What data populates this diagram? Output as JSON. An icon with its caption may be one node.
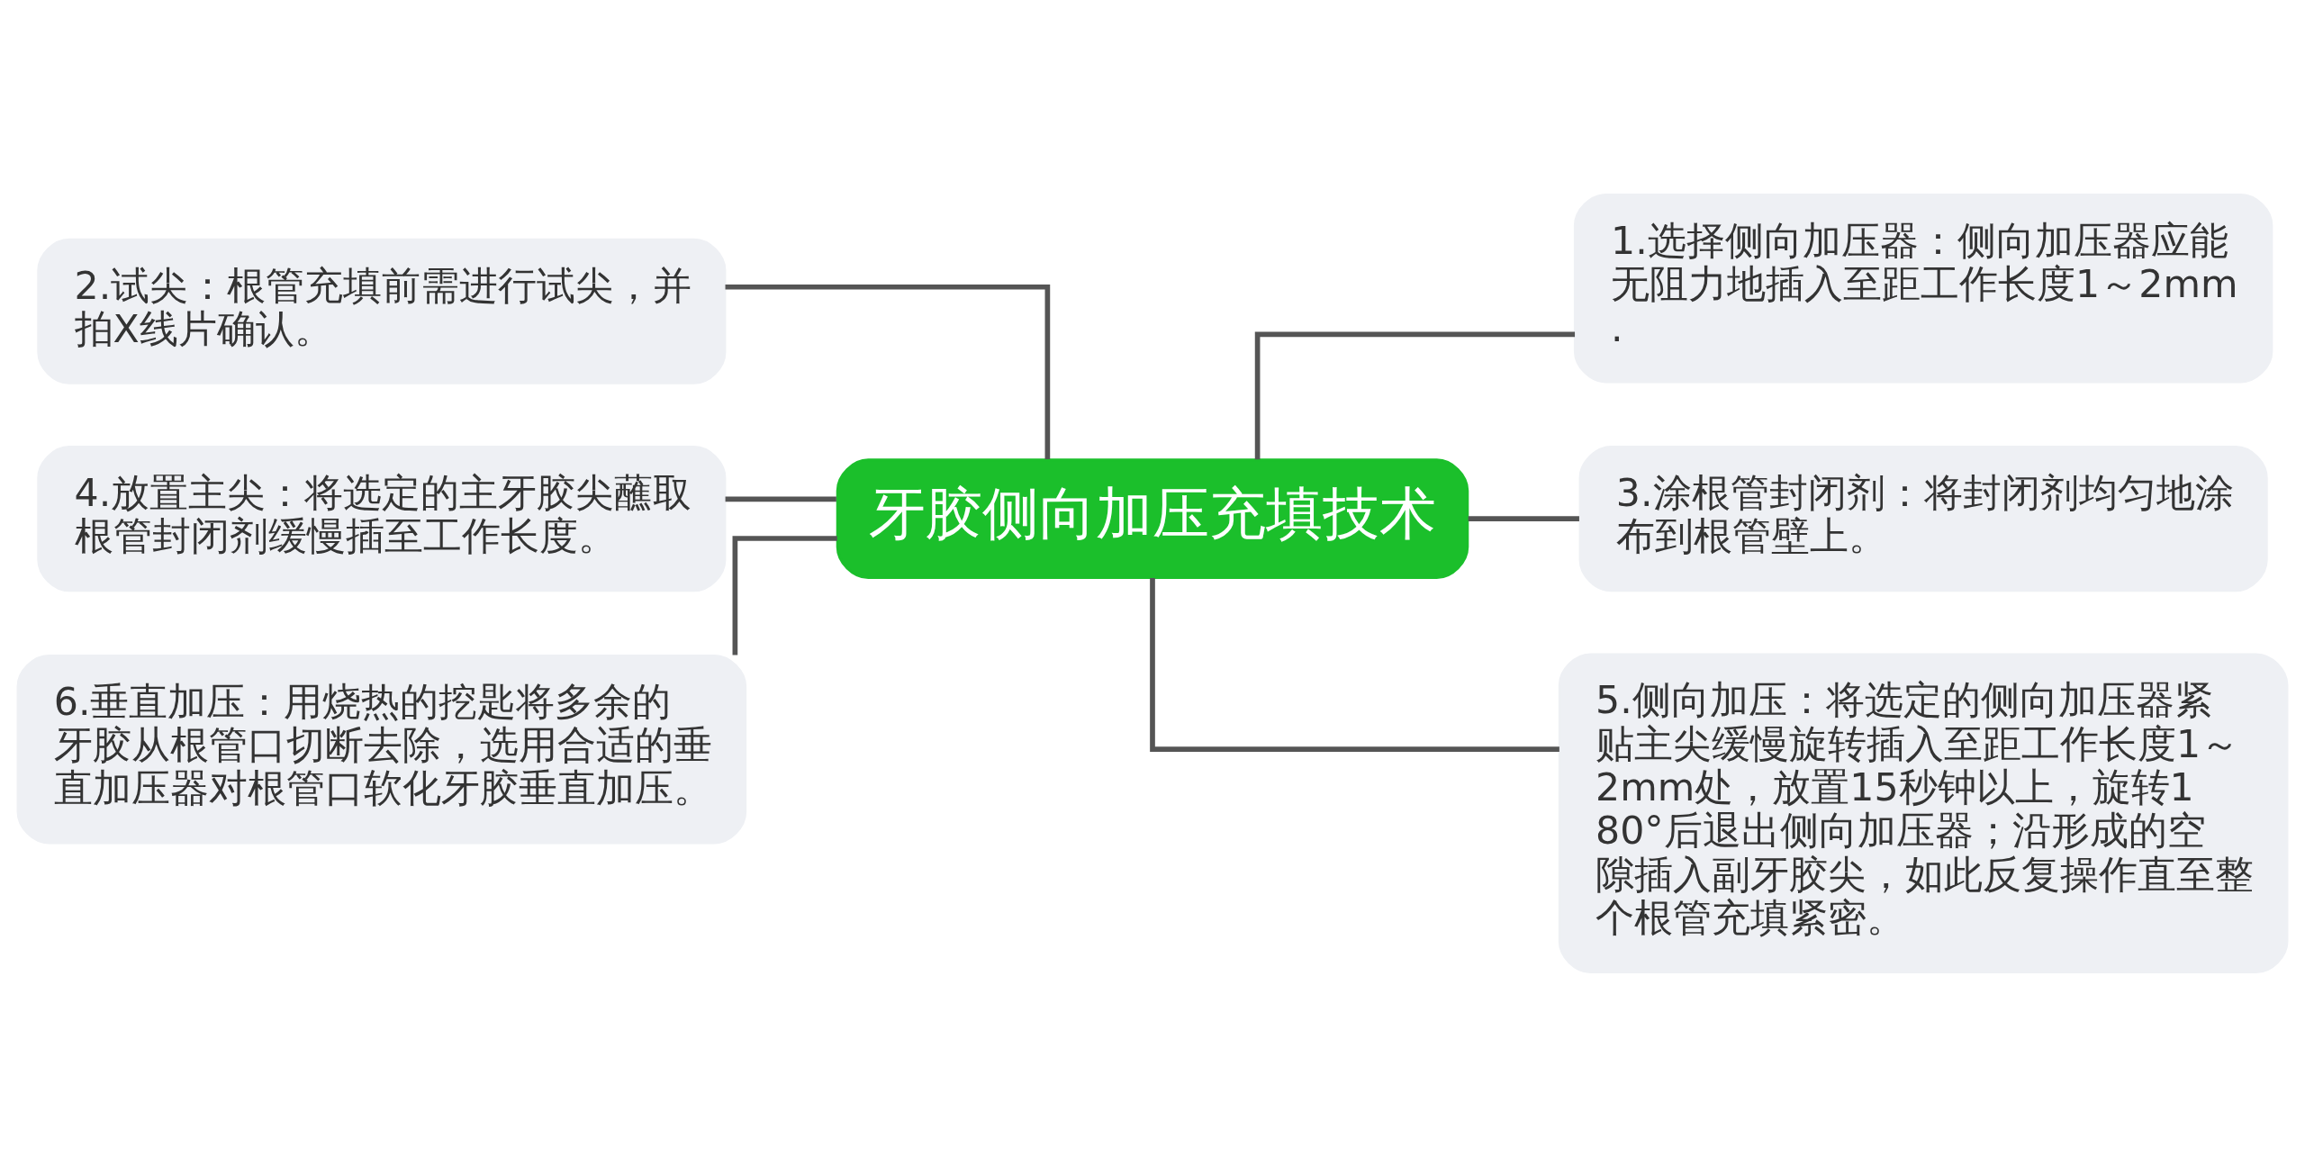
{
  "diagram": {
    "nodes": [
      {
        "text": [
          "牙胶侧向加压充填技术"
        ]
      },
      {
        "text": [
          "1.选择侧向加压器：侧向加压器应能无阻力地插入至距工作长度1～2mm."
        ]
      },
      {
        "text": [
          "2.试尖：根管充填前需进行试尖，并拍X线片确认。"
        ]
      },
      {
        "text": [
          "3.涂根管封闭剂：将封闭剂均匀地涂布到根管壁上。"
        ]
      },
      {
        "text": [
          "4.放置主尖：将选定的主牙胶尖蘸取根管封闭剂缓慢插至工作长度。"
        ]
      },
      {
        "text": [
          "5.侧向加压：将选定的侧向加压器紧贴主尖缓慢旋转插入至距工作长度1～2mm处，放置15秒钟以上，旋转180°后退出侧向加压器；沿形成的空隙插入副牙胶尖，如此反复操作直至整个根管充填紧密。"
        ]
      },
      {
        "text": [
          "6.垂直加压：用烧热的挖匙将多余的牙胶从根管口切断去除，选用合适的垂直加压器对根管口软化牙胶垂直加压。"
        ]
      }
    ],
    "edges": [
      {
        "from": 0,
        "to": 1,
        "arrow": "none"
      },
      {
        "from": 0,
        "to": 2,
        "arrow": "none"
      },
      {
        "from": 0,
        "to": 3,
        "arrow": "none"
      },
      {
        "from": 0,
        "to": 4,
        "arrow": "none"
      },
      {
        "from": 0,
        "to": 5,
        "arrow": "none"
      },
      {
        "from": 0,
        "to": 6,
        "arrow": "none"
      }
    ]
  }
}
